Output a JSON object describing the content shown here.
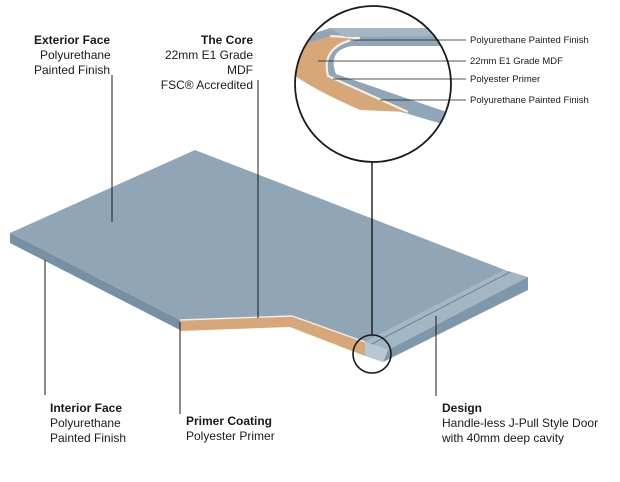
{
  "labels": {
    "exterior": {
      "heading": "Exterior Face",
      "lines": [
        "Polyurethane",
        "Painted Finish"
      ]
    },
    "core": {
      "heading": "The Core",
      "lines": [
        "22mm E1 Grade MDF",
        "FSC® Accredited"
      ]
    },
    "interior": {
      "heading": "Interior Face",
      "lines": [
        "Polyurethane",
        "Painted Finish"
      ]
    },
    "primer": {
      "heading": "Primer Coating",
      "lines": [
        "Polyester Primer"
      ]
    },
    "design": {
      "heading": "Design",
      "lines": [
        "Handle-less J-Pull Style Door",
        "with 40mm deep cavity"
      ]
    }
  },
  "callouts": [
    "Polyurethane Painted Finish",
    "22mm E1 Grade MDF",
    "Polyester Primer",
    "Polyurethane Painted Finish"
  ],
  "colors": {
    "paint_top": "#90a6b7",
    "paint_edge": "#7890a3",
    "paint_shadow": "#6b8294",
    "mdf": "#d7a77a",
    "mdf_dark": "#c28e60",
    "primer": "#f1eee6",
    "line": "#1a1a1a"
  }
}
